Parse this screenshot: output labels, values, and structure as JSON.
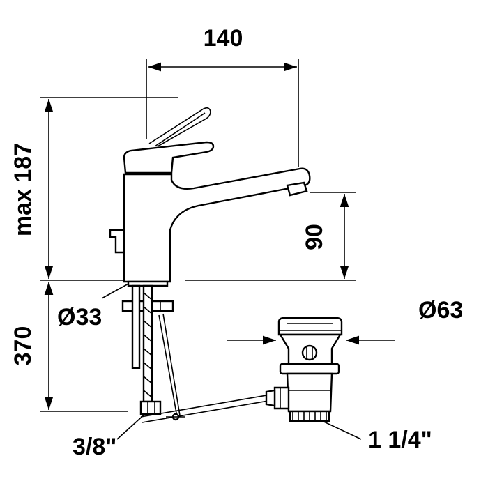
{
  "dimensions": {
    "spout_reach": "140",
    "max_height": "max 187",
    "spout_height": "90",
    "base_diameter": "Ø33",
    "drain_diameter": "Ø63",
    "hose_length": "370",
    "hose_connection": "3/8\"",
    "drain_thread": "1 1/4\""
  },
  "colors": {
    "line": "#000000",
    "background": "#ffffff"
  }
}
